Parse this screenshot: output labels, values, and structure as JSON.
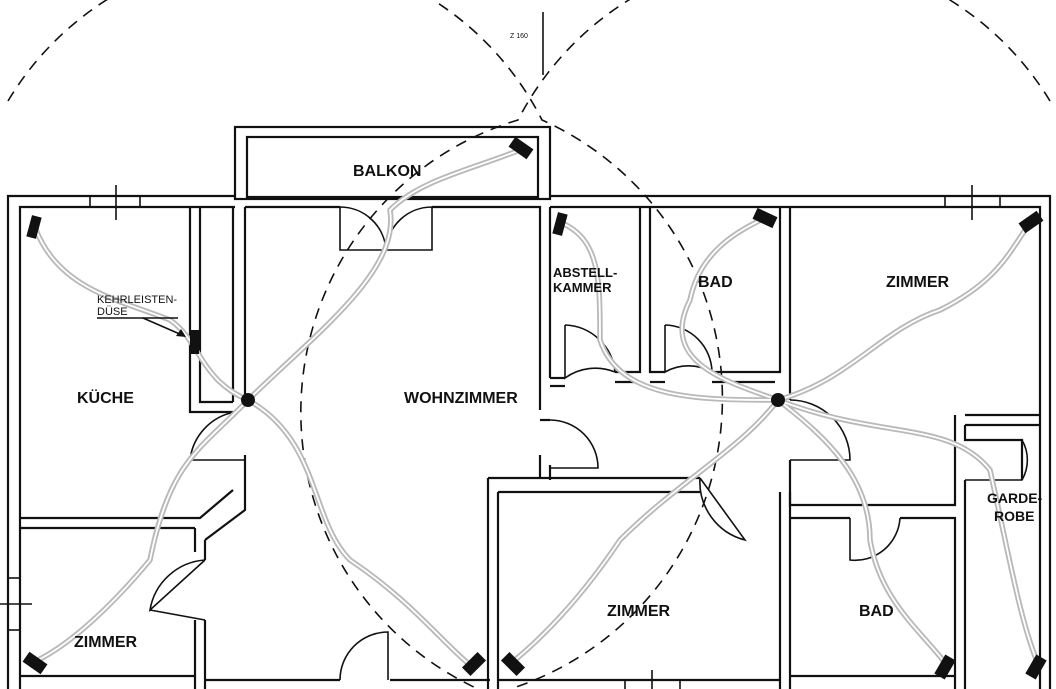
{
  "labels": {
    "scale": "Z 160",
    "balkon": "BALKON",
    "kueche": "KÜCHE",
    "kehrleisten_line1": "KEHRLEISTEN-",
    "kehrleisten_line2": "DÜSE",
    "wohnzimmer": "WOHNZIMMER",
    "abstell_line1": "ABSTELL-",
    "abstell_line2": "KAMMER",
    "bad_top": "BAD",
    "zimmer_top_right": "ZIMMER",
    "garde_line1": "GARDE-",
    "garde_line2": "ROBE",
    "zimmer_bottom_left": "ZIMMER",
    "zimmer_bottom_middle": "ZIMMER",
    "bad_bottom": "BAD"
  }
}
